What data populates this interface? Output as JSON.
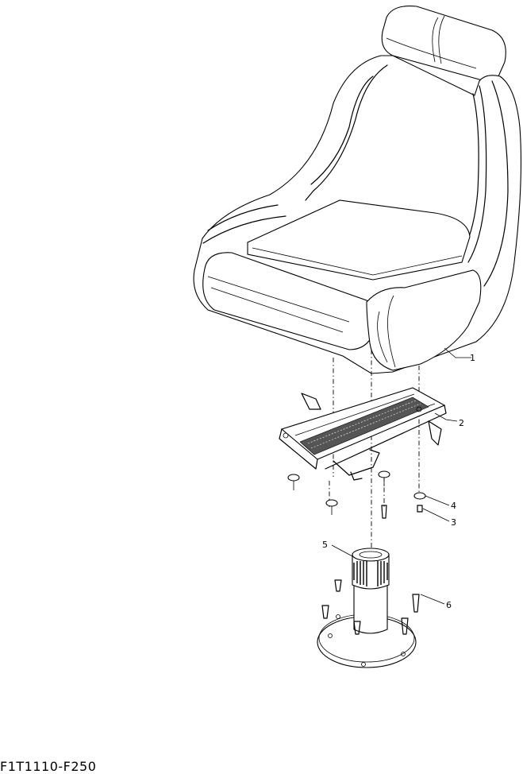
{
  "diagram": {
    "callouts": [
      {
        "id": "c1",
        "label": "1"
      },
      {
        "id": "c2",
        "label": "2"
      },
      {
        "id": "c3",
        "label": "3"
      },
      {
        "id": "c4",
        "label": "4"
      },
      {
        "id": "c5",
        "label": "5"
      },
      {
        "id": "c6",
        "label": "6"
      }
    ],
    "drawing_code": "F1T1110-F250"
  }
}
